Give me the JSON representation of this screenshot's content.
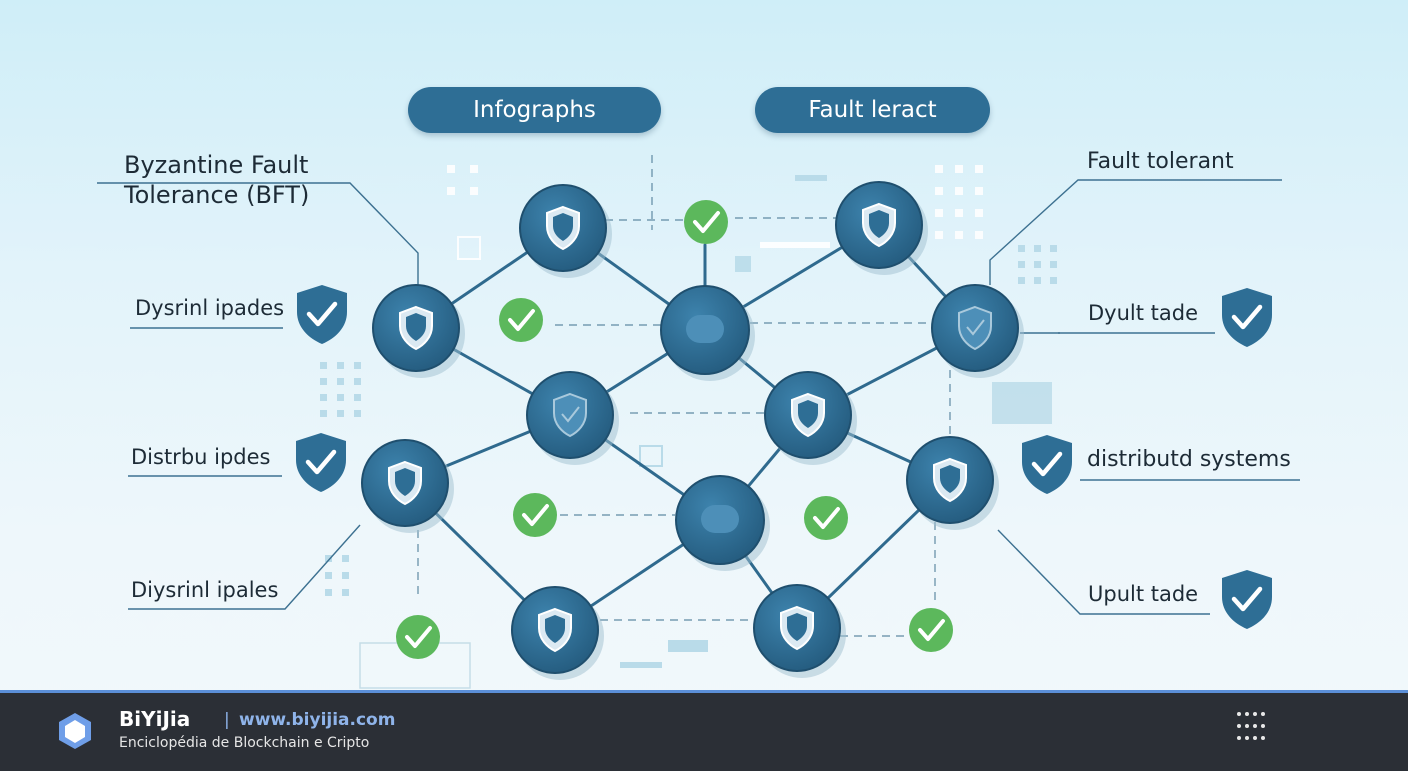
{
  "pills": {
    "left": "Infographs",
    "right": "Fault leract"
  },
  "labels": {
    "bft_line1": "Byzantine Fault",
    "bft_line2": "Tolerance (BFT)",
    "fault_tolerant": "Fault tolerant",
    "dysrinl_ipades": "Dysrinl ipades",
    "distrbu_ipdes": "Distrbu ipdes",
    "diysrinl_ipales": "Diysrinl ipales",
    "dyult_tade": "Dyult tade",
    "distributd_systems": "distributd systems",
    "upult_tade": "Upult tade"
  },
  "footer": {
    "brand": "BiYiJia",
    "separator": "|",
    "url": "www.biyijia.com",
    "tagline": "Enciclopédia de Blockchain e Cripto"
  },
  "colors": {
    "node": "#2e6e95",
    "edge": "#2f6a8e",
    "check": "#5cb85c",
    "badge": "#2e6e95"
  }
}
